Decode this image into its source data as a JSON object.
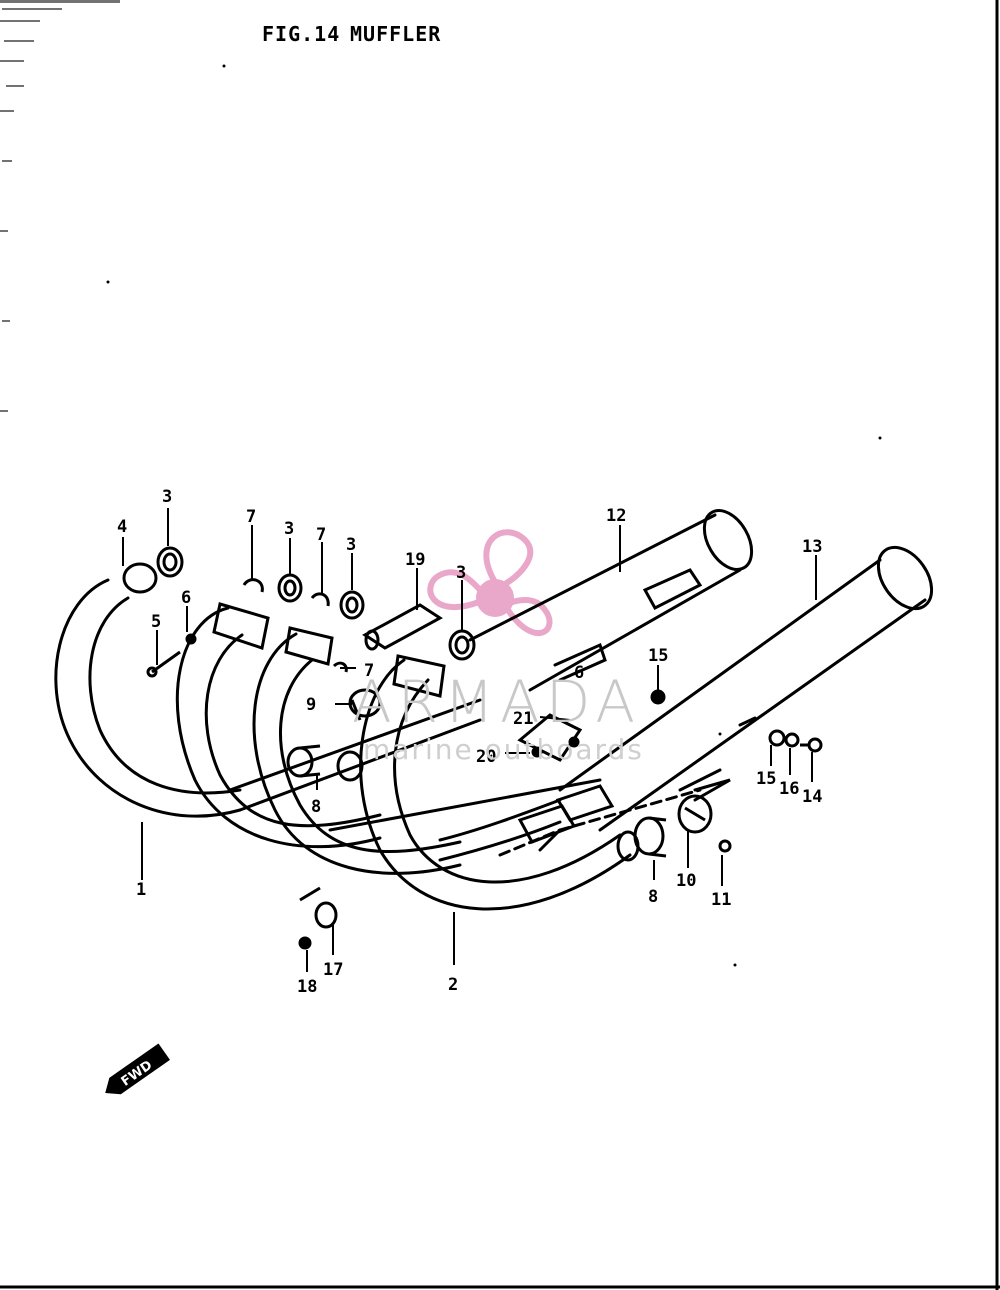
{
  "figure": {
    "number": "FIG.14",
    "name": "MUFFLER"
  },
  "watermark": {
    "brand": "ARMADA",
    "tagline": "marine outboards",
    "logo_color": "#e69ac0"
  },
  "callouts": [
    "1",
    "2",
    "3",
    "3",
    "3",
    "3",
    "4",
    "5",
    "6",
    "6",
    "7",
    "7",
    "7",
    "8",
    "8",
    "9",
    "10",
    "11",
    "12",
    "13",
    "14",
    "15",
    "15",
    "16",
    "17",
    "18",
    "19",
    "20",
    "21"
  ],
  "fwd_label": "FWD",
  "colors": {
    "ink": "#000000",
    "paper": "#ffffff",
    "frame": "#000000"
  }
}
